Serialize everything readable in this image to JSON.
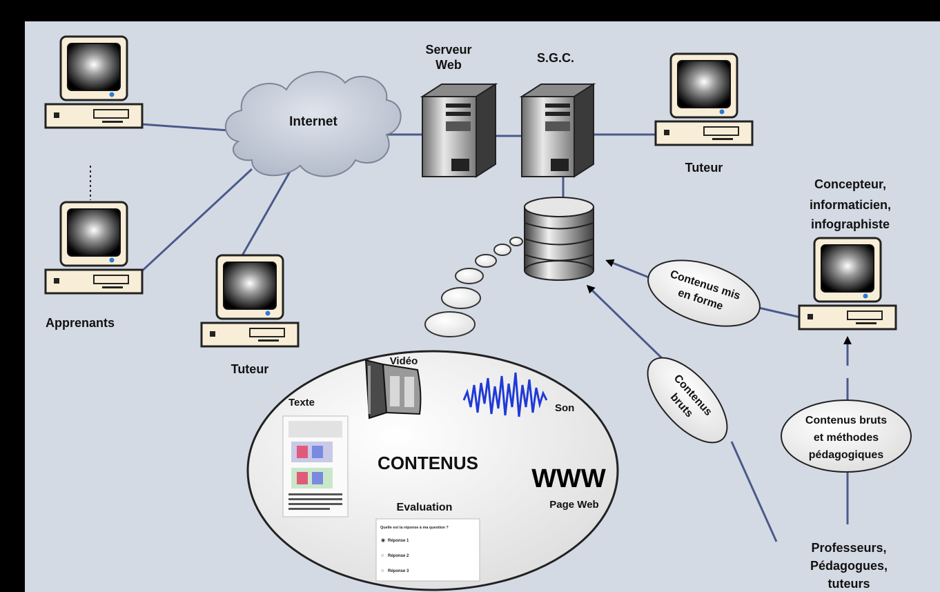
{
  "labels": {
    "apprenants": "Apprenants",
    "tuteur_left": "Tuteur",
    "tuteur_right": "Tuteur",
    "internet": "Internet",
    "serveur_web_1": "Serveur",
    "serveur_web_2": "Web",
    "sgc": "S.G.C.",
    "concepteur_1": "Concepteur,",
    "concepteur_2": "informaticien,",
    "concepteur_3": "infographiste",
    "contenus_mis_1": "Contenus mis",
    "contenus_mis_2": "en forme",
    "contenus_bruts_1": "Contenus",
    "contenus_bruts_2": "bruts",
    "contenus_methodes_1": "Contenus bruts",
    "contenus_methodes_2": "et méthodes",
    "contenus_methodes_3": "pédagogiques",
    "professeurs_1": "Professeurs,",
    "professeurs_2": "Pédagogues,",
    "professeurs_3": "tuteurs",
    "contenus": "CONTENUS",
    "texte": "Texte",
    "video": "Vidéo",
    "son": "Son",
    "www": "WWW",
    "page_web": "Page Web",
    "evaluation": "Evaluation",
    "eval_question": "Quelle est la réponse à ma question ?",
    "eval_r1": "Réponse 1",
    "eval_r2": "Réponse 2",
    "eval_r3": "Réponse 3"
  },
  "colors": {
    "background": "#d4dae4",
    "line": "#4a5a8a",
    "computer_body": "#f8edd6",
    "cloud": "#c9d0dc",
    "waveform": "#1f3ad6"
  }
}
